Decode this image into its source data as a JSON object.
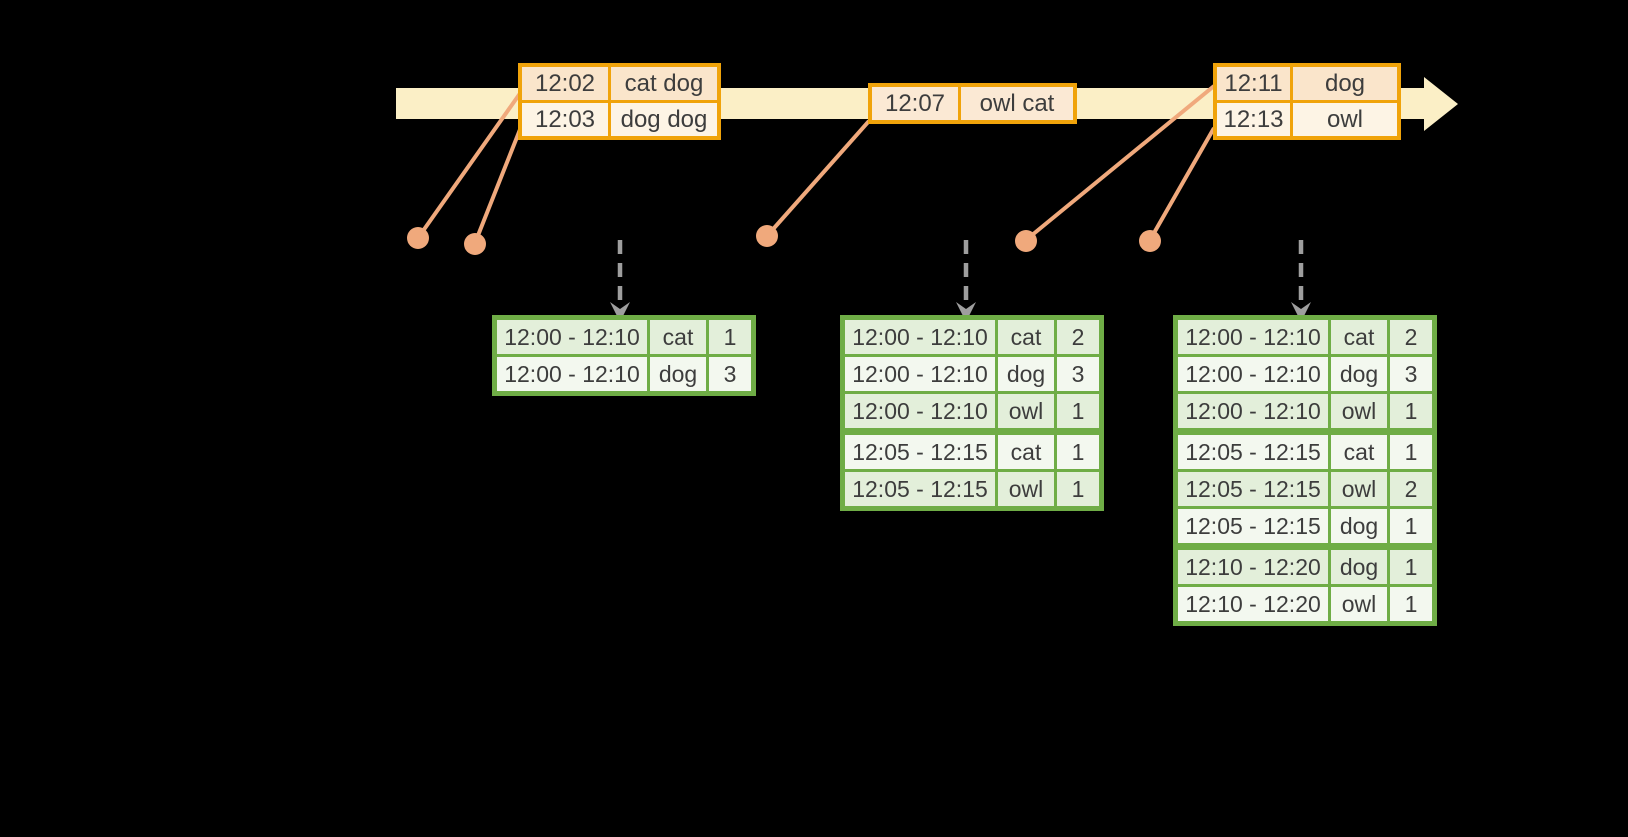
{
  "colors": {
    "background": "#000000",
    "timeline_fill": "#fbefc6",
    "event_table_border": "#f0a30a",
    "event_row_dark": "#fae5cb",
    "event_row_light": "#fdf4e5",
    "connector_salmon": "#f0a97c",
    "result_table_border": "#6fad46",
    "result_row_tint": "#e3efda",
    "result_row_plain": "#f3f8ef",
    "update_arrow_gray": "#9e9e9e",
    "text": "#3d3d3d"
  },
  "event_tables": [
    {
      "rows": [
        {
          "time": "12:02",
          "words": "cat dog"
        },
        {
          "time": "12:03",
          "words": "dog dog"
        }
      ]
    },
    {
      "rows": [
        {
          "time": "12:07",
          "words": "owl cat"
        }
      ]
    },
    {
      "rows": [
        {
          "time": "12:11",
          "words": "dog"
        },
        {
          "time": "12:13",
          "words": "owl"
        }
      ]
    }
  ],
  "result_tables": [
    {
      "rows": [
        {
          "window": "12:00 - 12:10",
          "word": "cat",
          "count": 1
        },
        {
          "window": "12:00 - 12:10",
          "word": "dog",
          "count": 3
        }
      ]
    },
    {
      "rows": [
        {
          "window": "12:00 - 12:10",
          "word": "cat",
          "count": 2
        },
        {
          "window": "12:00 - 12:10",
          "word": "dog",
          "count": 3
        },
        {
          "window": "12:00 - 12:10",
          "word": "owl",
          "count": 1
        },
        {
          "window": "12:05 - 12:15",
          "word": "cat",
          "count": 1
        },
        {
          "window": "12:05 - 12:15",
          "word": "owl",
          "count": 1
        }
      ]
    },
    {
      "rows": [
        {
          "window": "12:00 - 12:10",
          "word": "cat",
          "count": 2
        },
        {
          "window": "12:00 - 12:10",
          "word": "dog",
          "count": 3
        },
        {
          "window": "12:00 - 12:10",
          "word": "owl",
          "count": 1
        },
        {
          "window": "12:05 - 12:15",
          "word": "cat",
          "count": 1
        },
        {
          "window": "12:05 - 12:15",
          "word": "owl",
          "count": 2
        },
        {
          "window": "12:05 - 12:15",
          "word": "dog",
          "count": 1
        },
        {
          "window": "12:10 - 12:20",
          "word": "dog",
          "count": 1
        },
        {
          "window": "12:10 - 12:20",
          "word": "owl",
          "count": 1
        }
      ]
    }
  ]
}
